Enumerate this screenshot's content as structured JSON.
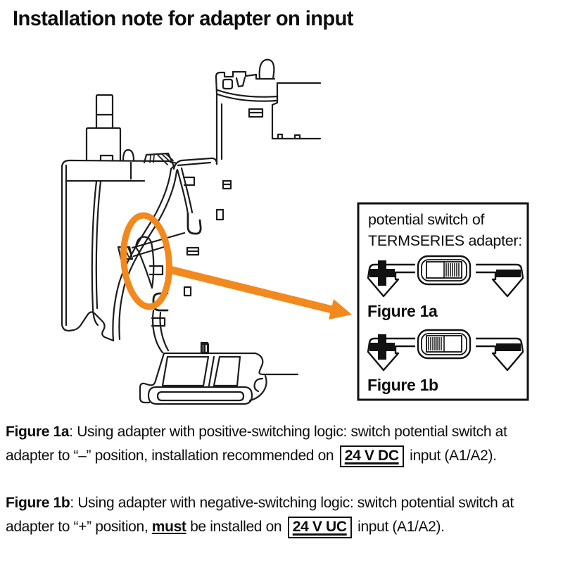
{
  "title": "Installation note for adapter on input",
  "colors": {
    "accent_orange": "#F2891E",
    "line_dark": "#1c1c1c",
    "text": "#0d0d0d"
  },
  "drawing": {
    "description_icons": [
      "adapter-cross-section",
      "highlight-ellipse",
      "callout-arrow",
      "din-rail-profile",
      "release-button",
      "latch-clip"
    ]
  },
  "inset": {
    "heading_line1": "potential switch of",
    "heading_line2": "TERMSERIES adapter:",
    "fig1a_label": "Figure 1a",
    "fig1b_label": "Figure 1b"
  },
  "captions": {
    "fig1a": {
      "label": "Figure 1a",
      "text1": ": Using adapter with positive-switching logic: switch potential switch at adapter to “–” position, installation recommended on ",
      "boxed": "24 V DC",
      "text2": " input (A1/A2)."
    },
    "fig1b": {
      "label": "Figure 1b",
      "text1": ": Using adapter with negative-switching logic: switch potential switch at adapter to “+” position, ",
      "emphasis": "must",
      "text2": " be installed on ",
      "boxed": "24 V UC",
      "text3": " input (A1/A2)."
    }
  }
}
